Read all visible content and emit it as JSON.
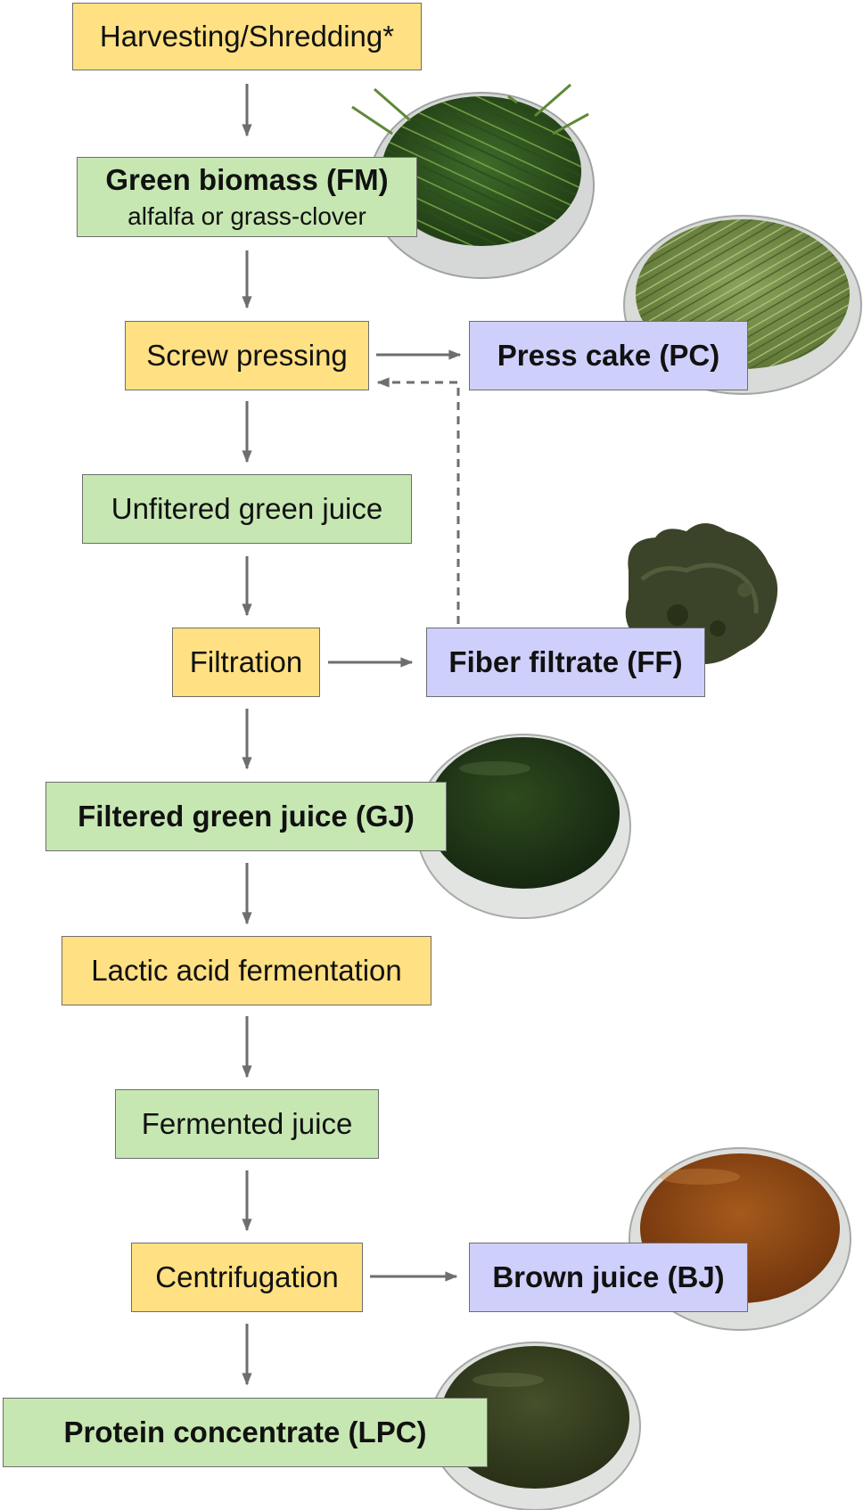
{
  "diagram": {
    "process_steps": {
      "harvesting": "Harvesting/Shredding*",
      "screw_pressing": "Screw pressing",
      "filtration": "Filtration",
      "fermentation": "Lactic acid fermentation",
      "centrifugation": "Centrifugation"
    },
    "intermediates": {
      "green_biomass": "Green biomass (FM)",
      "green_biomass_sub": "alfalfa or grass-clover",
      "unfiltered_juice": "Unfitered green juice",
      "filtered_juice": "Filtered green juice (GJ)",
      "fermented_juice": "Fermented juice",
      "protein_concentrate": "Protein concentrate (LPC)"
    },
    "side_products": {
      "press_cake": "Press cake (PC)",
      "fiber_filtrate": "Fiber filtrate (FF)",
      "brown_juice": "Brown juice (BJ)"
    },
    "colors": {
      "process_step": "#ffe082",
      "intermediate": "#c6e7b2",
      "side_product": "#cfcffb",
      "arrow": "#6e6e6e"
    },
    "photos": [
      "grass-bowl",
      "dry-grass-bowl",
      "fiber-clump",
      "green-juice-bowl",
      "brown-juice-bowl",
      "protein-bowl"
    ]
  }
}
